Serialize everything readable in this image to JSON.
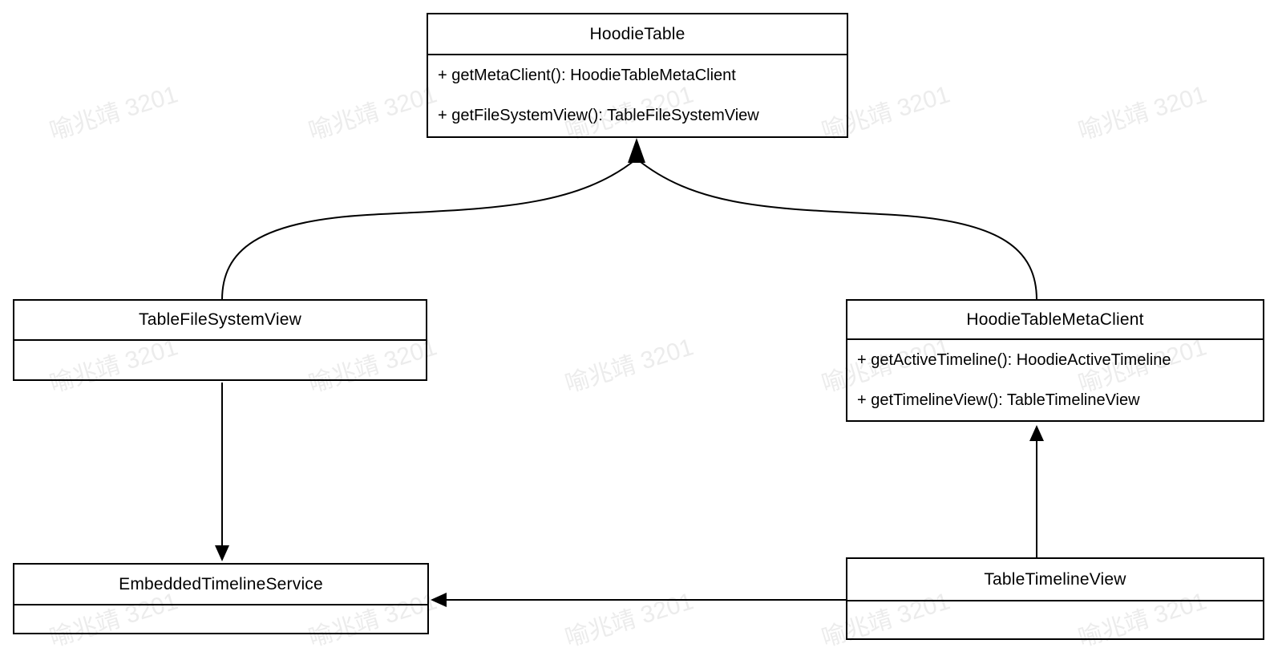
{
  "watermark": {
    "text": "喻兆靖 3201",
    "color": "#ececec"
  },
  "classes": [
    {
      "name": "HoodieTable",
      "methods": [
        "+ getMetaClient(): HoodieTableMetaClient",
        "+ getFileSystemView(): TableFileSystemView"
      ]
    },
    {
      "name": "TableFileSystemView",
      "methods": []
    },
    {
      "name": "HoodieTableMetaClient",
      "methods": [
        "+ getActiveTimeline(): HoodieActiveTimeline",
        "+ getTimelineView(): TableTimelineView"
      ]
    },
    {
      "name": "EmbeddedTimelineService",
      "methods": []
    },
    {
      "name": "TableTimelineView",
      "methods": []
    }
  ],
  "relations": [
    {
      "from": "TableFileSystemView",
      "to": "HoodieTable",
      "style": "solid-arrow"
    },
    {
      "from": "HoodieTableMetaClient",
      "to": "HoodieTable",
      "style": "solid-arrow"
    },
    {
      "from": "TableFileSystemView",
      "to": "EmbeddedTimelineService",
      "style": "solid-arrow"
    },
    {
      "from": "TableTimelineView",
      "to": "HoodieTableMetaClient",
      "style": "solid-arrow"
    },
    {
      "from": "TableTimelineView",
      "to": "EmbeddedTimelineService",
      "style": "solid-arrow"
    }
  ]
}
